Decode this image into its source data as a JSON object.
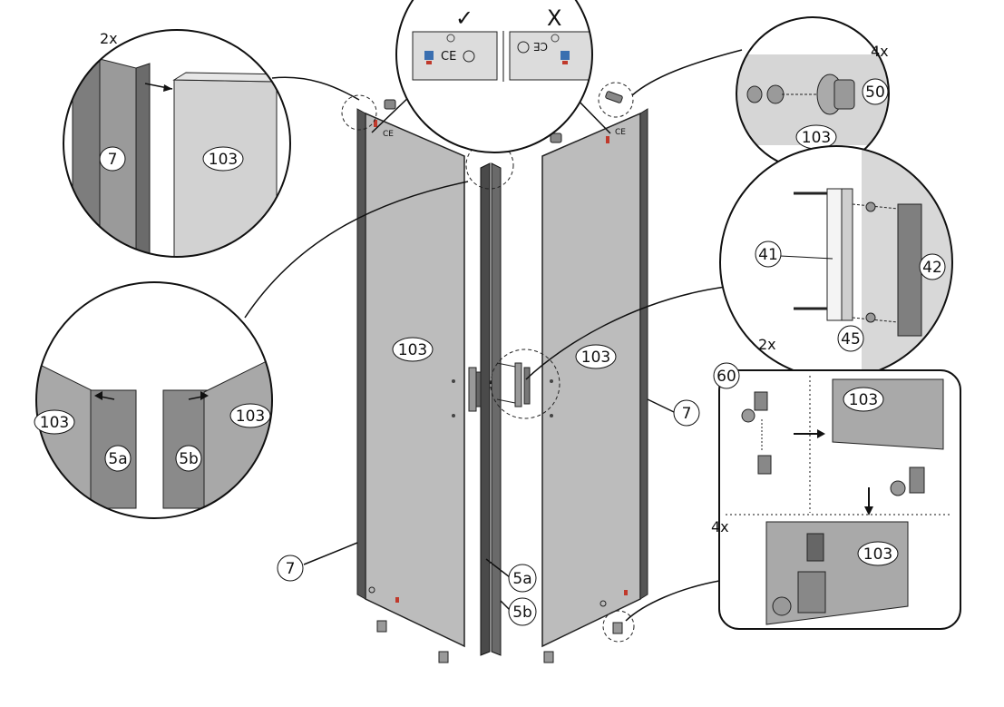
{
  "labels": {
    "part_7": "7",
    "part_103": "103",
    "part_5a": "5a",
    "part_5b": "5b",
    "part_41": "41",
    "part_42": "42",
    "part_45": "45",
    "part_50": "50",
    "part_60": "60",
    "mult_2x": "2x",
    "mult_4x": "4x",
    "check_mark": "✓",
    "cross_mark": "X",
    "ce_mark": "CE"
  },
  "colors": {
    "panel": "#b8b8b8",
    "panel_dark": "#8f8f8f",
    "profile": "#555555",
    "line": "#111111",
    "detail_bg": "#d6d6d6"
  }
}
